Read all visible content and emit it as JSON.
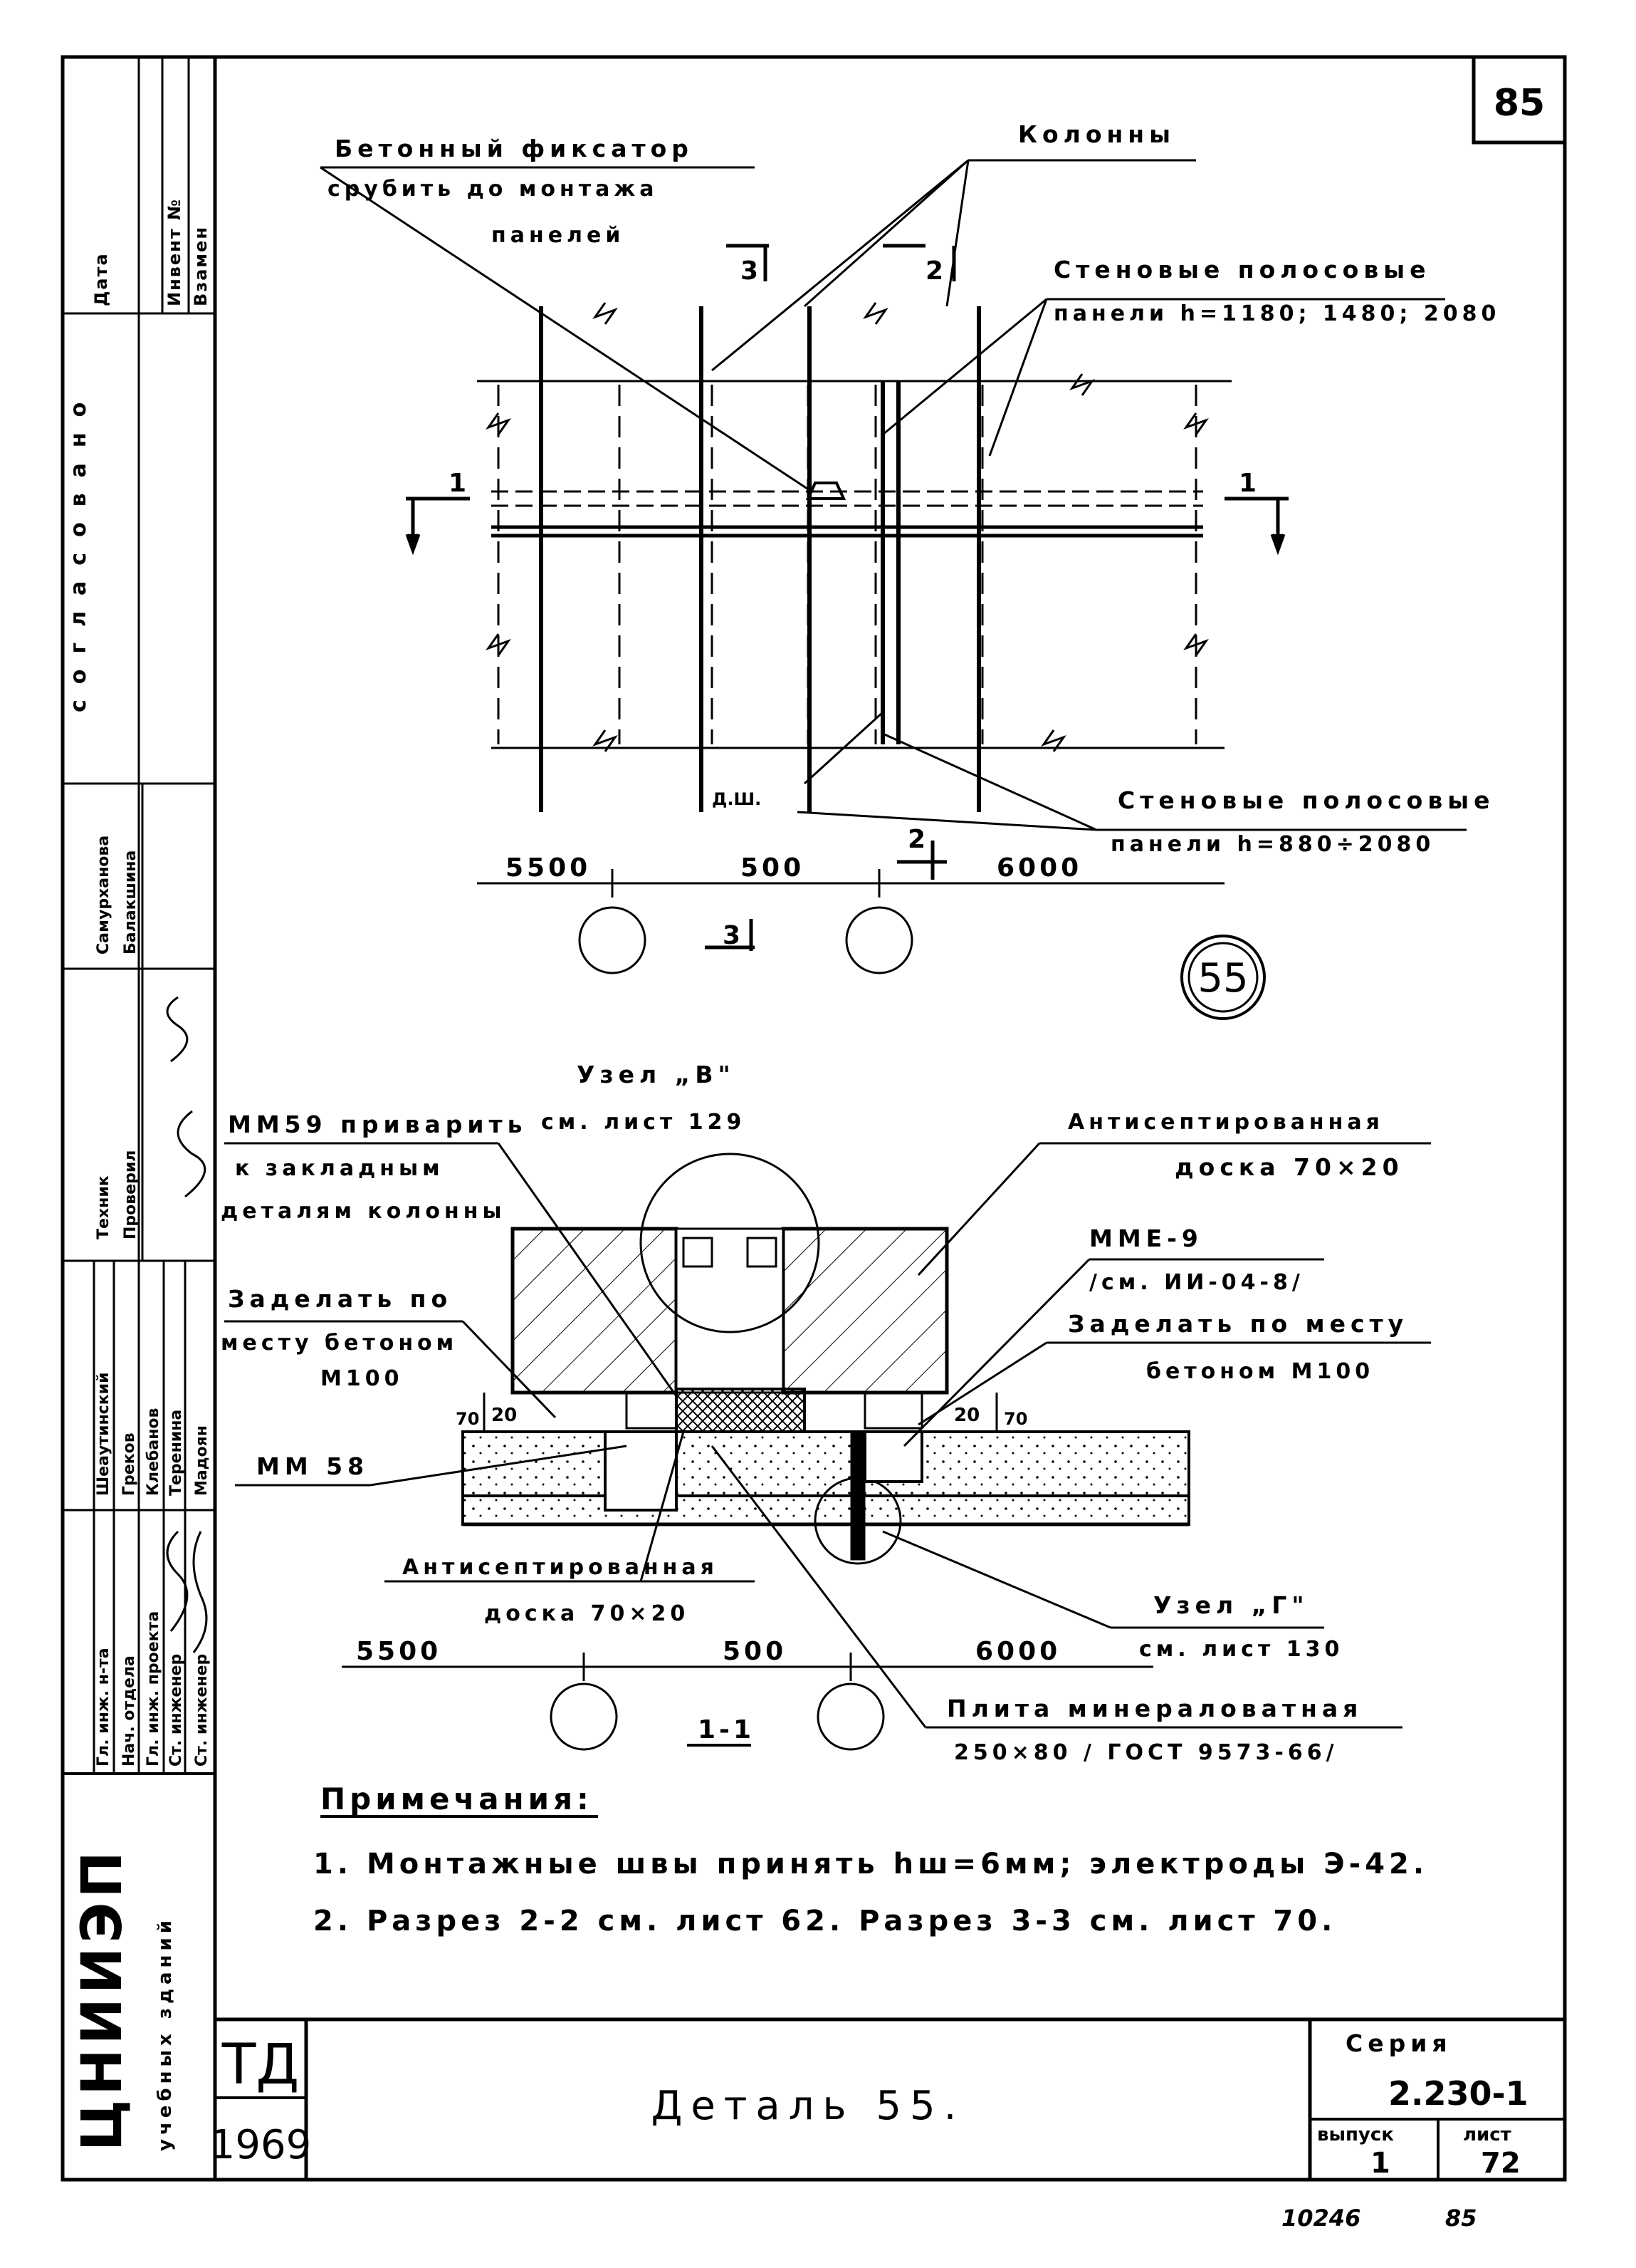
{
  "sheet": {
    "page_number": "85",
    "footer_numbers": [
      "10246",
      "85"
    ]
  },
  "plan": {
    "label_fixator_1": "Бетонный фиксатор",
    "label_fixator_2": "срубить до монтажа",
    "label_fixator_3": "панелей",
    "label_columns": "Колонны",
    "label_panels_top_1": "Стеновые полосовые",
    "label_panels_top_2": "панели h=1180; 1480; 2080",
    "label_panels_bottom_1": "Стеновые полосовые",
    "label_panels_bottom_2": "панели h=880÷2080",
    "label_dsh": "Д.Ш.",
    "dims": [
      "5500",
      "500",
      "6000"
    ],
    "section_marks": {
      "s1": "1",
      "s2": "2",
      "s3": "3"
    },
    "detail_number": "55"
  },
  "section": {
    "node_b_1": "Узел „В\"",
    "node_b_2": "см. лист 129",
    "mm59_1": "ММ59 приварить",
    "mm59_2": "к закладным",
    "mm59_3": "деталям колонны",
    "board_top_1": "Антисептированная",
    "board_top_2": "доска 70×20",
    "mme_1": "ММЕ-9",
    "mme_2": "/см. ИИ-04-8/",
    "fill_right_1": "Заделать по месту",
    "fill_right_2": "бетоном М100",
    "fill_left_1": "Заделать по",
    "fill_left_2": "месту бетоном",
    "fill_left_3": "М100",
    "mm58": "ММ 58",
    "dim_20a": "20",
    "dim_70a": "70",
    "dim_20b": "20",
    "dim_70b": "70",
    "board_bot_1": "Антисептированная",
    "board_bot_2": "доска 70×20",
    "node_g_1": "Узел „Г\"",
    "node_g_2": "см. лист 130",
    "dims": [
      "5500",
      "500",
      "6000"
    ],
    "mineral_1": "Плита минераловатная",
    "mineral_2": "250×80 / ГОСТ 9573-66/",
    "section_title": "1-1"
  },
  "notes": {
    "heading": "Примечания:",
    "items": [
      "1. Монтажные швы принять hш=6мм; электроды Э-42.",
      "2. Разрез 2-2 см. лист 62. Разрез 3-3 см. лист 70."
    ]
  },
  "title_block": {
    "td": "ТД",
    "year": "1969",
    "title": "Деталь 55.",
    "series_label": "Серия",
    "series_value": "2.230-1",
    "issue_label": "выпуск",
    "issue_value": "1",
    "sheet_label": "лист",
    "sheet_value": "72"
  },
  "left_strip": {
    "org": "ЦНИИЭП",
    "org_sub": "учебных зданий",
    "soglasovano": "согласовано",
    "date": "Дата",
    "inv": "Инвент №",
    "vzamen": "Взамен",
    "rows": [
      [
        "Гл. инж. н-та",
        "Шеаутинский"
      ],
      [
        "Нач. отдела",
        "Греков"
      ],
      [
        "Гл. инж. проекта",
        "Клебанов"
      ],
      [
        "Ст. инженер",
        "Теренина"
      ],
      [
        "Ст. инженер",
        "Мадоян"
      ],
      [
        "Техник",
        "Самурханова"
      ],
      [
        "Проверил",
        "Балакшина"
      ]
    ]
  }
}
